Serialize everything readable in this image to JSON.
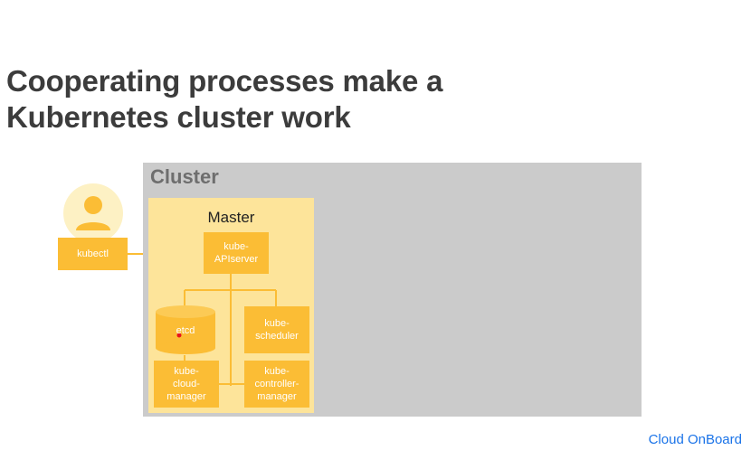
{
  "title": {
    "line1": "Cooperating processes make a",
    "line2": "Kubernetes cluster work"
  },
  "cluster": {
    "label": "Cluster",
    "color": "#cbcbcb"
  },
  "master": {
    "label": "Master",
    "color": "#fde49a",
    "components": {
      "apiserver": "kube-\nAPIserver",
      "etcd": "etcd",
      "scheduler": "kube-\nscheduler",
      "cloud_manager": "kube-\ncloud-\nmanager",
      "controller_manager": "kube-\ncontroller-\nmanager"
    }
  },
  "client": {
    "icon": "user-icon",
    "label": "kubectl"
  },
  "brand": "Cloud OnBoard",
  "colors": {
    "component": "#fbbd35",
    "title": "#3c3c3c",
    "brand": "#1a73e8"
  }
}
